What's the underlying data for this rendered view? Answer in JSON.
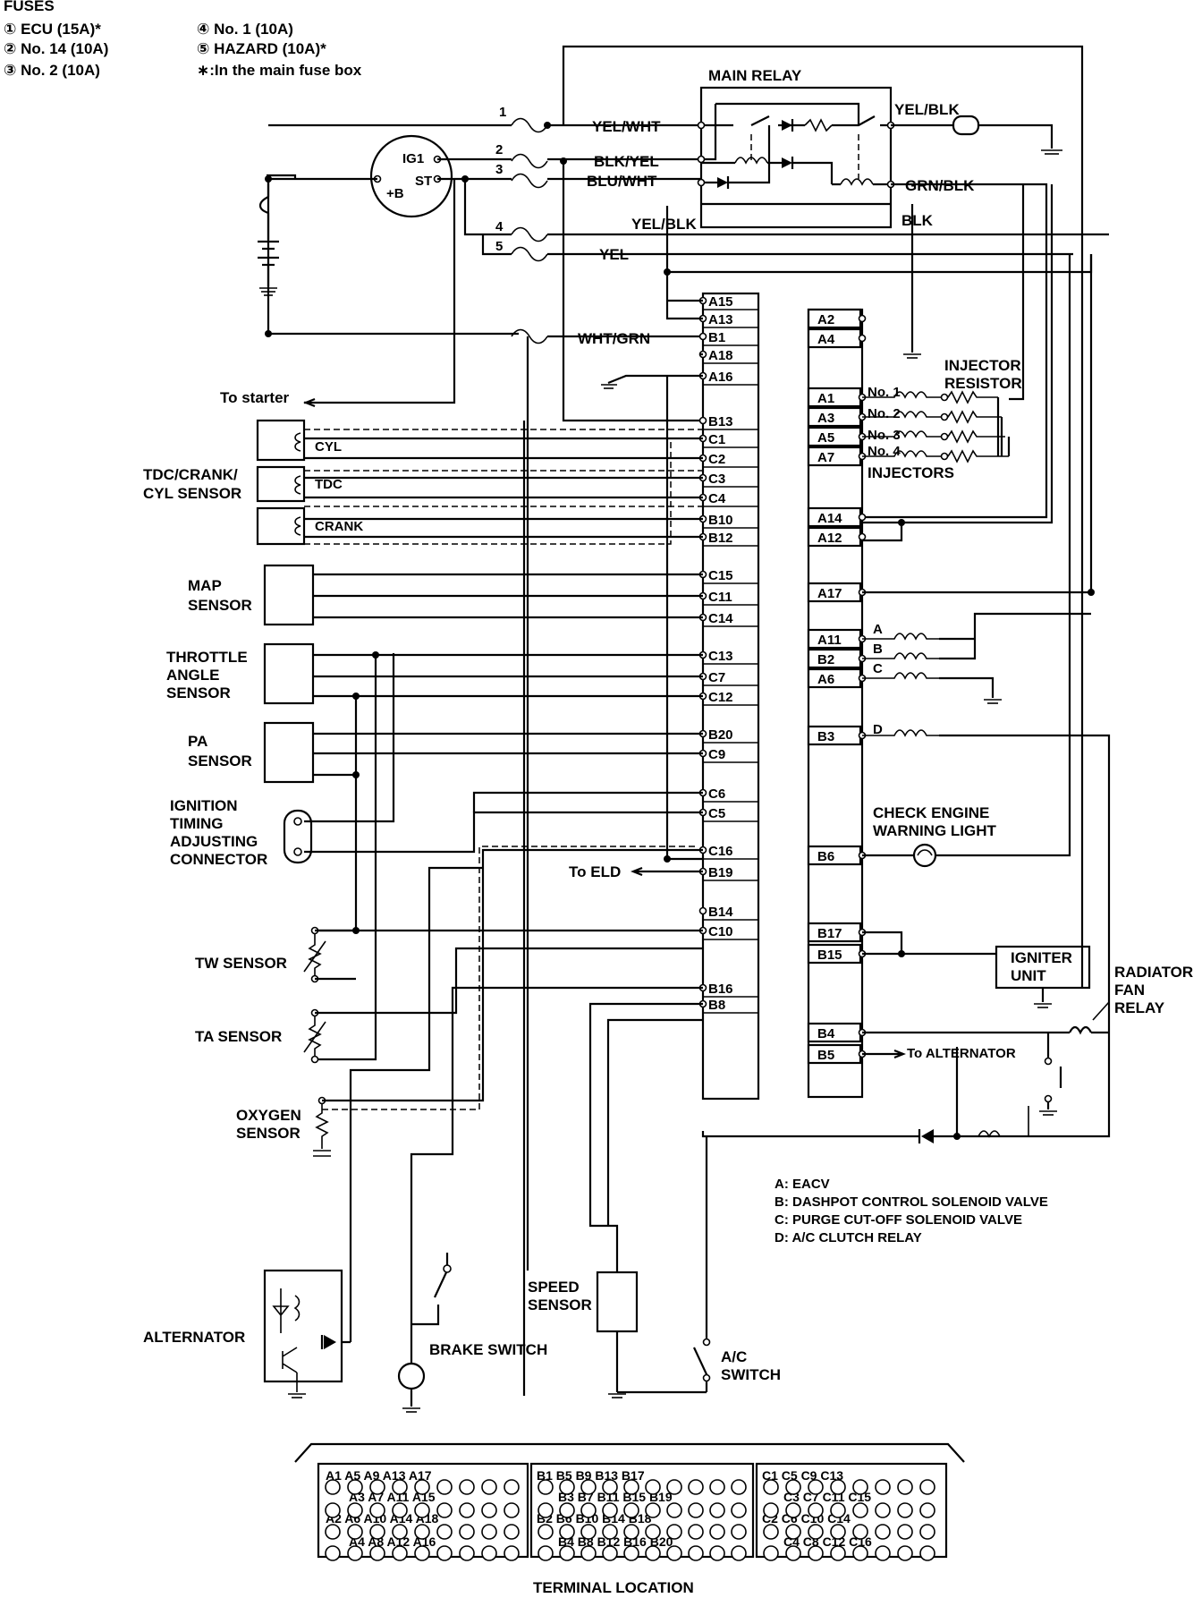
{
  "fuses": {
    "title": "FUSES",
    "items": [
      "① ECU (15A)*",
      "② No. 14 (10A)",
      "③ No. 2 (10A)",
      "④ No. 1 (10A)",
      "⑤ HAZARD (10A)*",
      "∗:In the main fuse box"
    ]
  },
  "fuse_numbers": [
    "1",
    "2",
    "3",
    "4",
    "5"
  ],
  "ignition": {
    "ig1": "IG1",
    "st": "ST",
    "b": "+B"
  },
  "wires": {
    "yel_wht": "YEL/WHT",
    "blk_yel": "BLK/YEL",
    "blu_wht": "BLU/WHT",
    "yel_blk_top": "YEL/BLK",
    "yel_blk_mid": "YEL/BLK",
    "grn_blk": "GRN/BLK",
    "blk": "BLK",
    "yel": "YEL",
    "wht_grn": "WHT/GRN"
  },
  "main_relay": "MAIN RELAY",
  "left_terminals": [
    "A15",
    "A13",
    "B1",
    "A18",
    "A16",
    "B13",
    "C1",
    "C2",
    "C3",
    "C4",
    "B10",
    "B12",
    "C15",
    "C11",
    "C14",
    "C13",
    "C7",
    "C12",
    "B20",
    "C9",
    "C6",
    "C5",
    "C16",
    "B19",
    "B14",
    "C10",
    "B16",
    "B8"
  ],
  "right_terminals": [
    "A2",
    "A4",
    "A1",
    "A3",
    "A5",
    "A7",
    "A14",
    "A12",
    "A17",
    "A11",
    "B2",
    "A6",
    "B3",
    "B6",
    "B17",
    "B15",
    "B4",
    "B5"
  ],
  "labels": {
    "to_starter": "To starter",
    "cyl": "CYL",
    "tdc": "TDC",
    "crank": "CRANK",
    "tdc_sensor": [
      "TDC/CRANK/",
      "CYL SENSOR"
    ],
    "map_sensor": [
      "MAP",
      "SENSOR"
    ],
    "throttle_sensor": [
      "THROTTLE",
      "ANGLE",
      "SENSOR"
    ],
    "pa_sensor": [
      "PA",
      "SENSOR"
    ],
    "ign_connector": [
      "IGNITION",
      "TIMING",
      "ADJUSTING",
      "CONNECTOR"
    ],
    "tw_sensor": "TW SENSOR",
    "ta_sensor": "TA SENSOR",
    "oxygen_sensor": [
      "OXYGEN",
      "SENSOR"
    ],
    "alternator": "ALTERNATOR",
    "brake_switch": "BRAKE SWITCH",
    "speed_sensor": [
      "SPEED",
      "SENSOR"
    ],
    "ac_switch": [
      "A/C",
      "SWITCH"
    ],
    "to_eld": "To ELD",
    "injector_resistor": [
      "INJECTOR",
      "RESISTOR"
    ],
    "injectors": "INJECTORS",
    "inj_numbers": [
      "No. 1",
      "No. 2",
      "No. 3",
      "No. 4"
    ],
    "check_engine": [
      "CHECK ENGINE",
      "WARNING LIGHT"
    ],
    "igniter_unit": [
      "IGNITER",
      "UNIT"
    ],
    "radiator_fan": [
      "RADIATOR",
      "FAN",
      "RELAY"
    ],
    "to_alternator": "To ALTERNATOR",
    "solenoid_letters": [
      "A",
      "B",
      "C",
      "D"
    ]
  },
  "legend": [
    "A: EACV",
    "B: DASHPOT CONTROL SOLENOID VALVE",
    "C: PURGE CUT-OFF SOLENOID VALVE",
    "D: A/C CLUTCH RELAY"
  ],
  "terminal_location": {
    "title": "TERMINAL LOCATION",
    "blocks": [
      {
        "rows": [
          "A1   A5    A9   A13  A17",
          "A3   A7   A11  A15",
          "A2   A6   A10  A14 A18",
          "A4    A8   A12  A16"
        ]
      },
      {
        "rows": [
          "B1   B5    B9   B13  B17",
          "B3   B7   B11  B15  B19",
          "B2   B6   B10 B14  B18",
          "B4    B8   B12  B16  B20"
        ]
      },
      {
        "rows": [
          "C1   C5   C9   C13",
          "C3   C7   C11  C15",
          "C2   C6   C10  C14",
          "C4   C8   C12  C16"
        ]
      }
    ]
  }
}
